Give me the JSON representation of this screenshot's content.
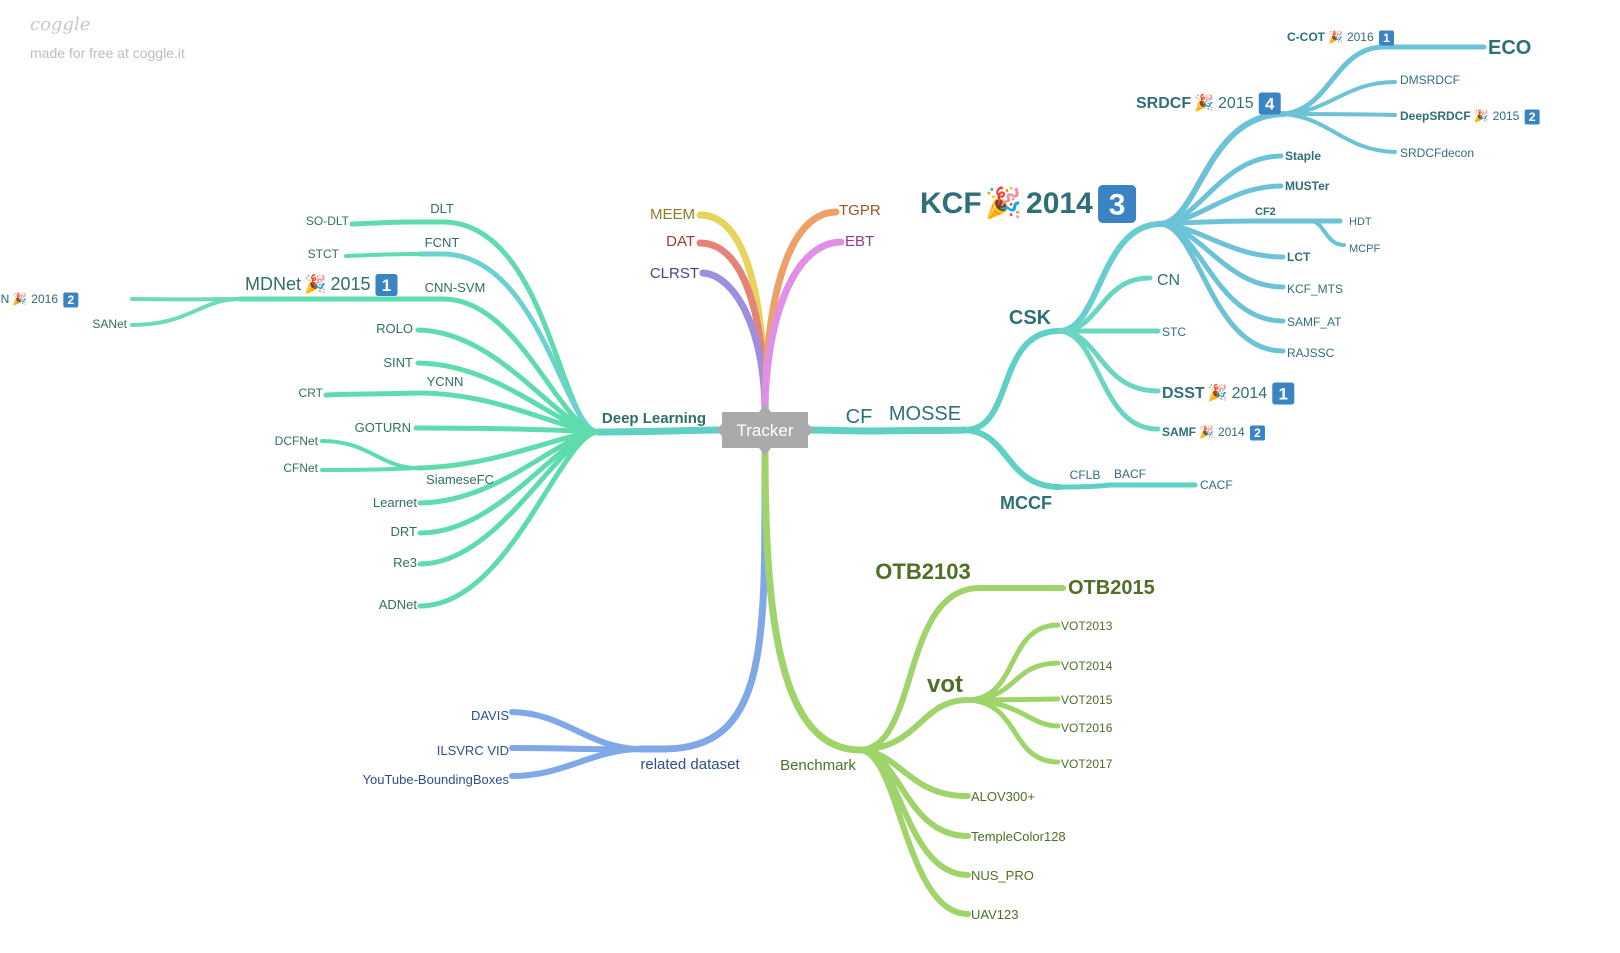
{
  "brand": {
    "logo": "coggle",
    "tagline": "made for free at coggle.it"
  },
  "root": "Tracker",
  "nodes": [
    {
      "id": "deep",
      "text": "Deep Learning",
      "bold": true,
      "color": "#2f6f66",
      "size": 15
    },
    {
      "id": "dlt",
      "text": "DLT",
      "color": "#2f6f66",
      "size": 13
    },
    {
      "id": "sodlt",
      "text": "SO-DLT",
      "color": "#2f6f66",
      "size": 12
    },
    {
      "id": "fcnt",
      "text": "FCNT",
      "color": "#2f6f66",
      "size": 13
    },
    {
      "id": "stct",
      "text": "STCT",
      "color": "#2f6f66",
      "size": 12
    },
    {
      "id": "cnnsvm",
      "text": "CNN-SVM",
      "color": "#2f6f66",
      "size": 13
    },
    {
      "id": "mdnet",
      "text": "MDNet",
      "color": "#2f6f66",
      "size": 18,
      "emoji": "🎉",
      "year": "2015",
      "badge": "1",
      "badge_size": 22
    },
    {
      "id": "tcnn",
      "text": "TCNN",
      "color": "#2f6f66",
      "size": 12,
      "emoji": "🎉",
      "year": "2016",
      "badge": "2",
      "badge_size": 15
    },
    {
      "id": "sanet",
      "text": "SANet",
      "color": "#2f6f66",
      "size": 12
    },
    {
      "id": "rolo",
      "text": "ROLO",
      "color": "#2f6f66",
      "size": 13
    },
    {
      "id": "sint",
      "text": "SINT",
      "color": "#2f6f66",
      "size": 13
    },
    {
      "id": "ycnn",
      "text": "YCNN",
      "color": "#2f6f66",
      "size": 13
    },
    {
      "id": "crt",
      "text": "CRT",
      "color": "#2f6f66",
      "size": 12
    },
    {
      "id": "goturn",
      "text": "GOTURN",
      "color": "#2f6f66",
      "size": 13
    },
    {
      "id": "dcfnet",
      "text": "DCFNet",
      "color": "#2f6f66",
      "size": 12
    },
    {
      "id": "cfnet",
      "text": "CFNet",
      "color": "#2f6f66",
      "size": 12
    },
    {
      "id": "siamesefc",
      "text": "SiameseFC",
      "color": "#2f6f66",
      "size": 13
    },
    {
      "id": "learnet",
      "text": "Learnet",
      "color": "#2f6f66",
      "size": 13
    },
    {
      "id": "drt",
      "text": "DRT",
      "color": "#2f6f66",
      "size": 13
    },
    {
      "id": "re3",
      "text": "Re3",
      "color": "#2f6f66",
      "size": 13
    },
    {
      "id": "adnet",
      "text": "ADNet",
      "color": "#2f6f66",
      "size": 13
    },
    {
      "id": "meem",
      "text": "MEEM",
      "color": "#8a7a2c",
      "size": 15
    },
    {
      "id": "dat",
      "text": "DAT",
      "color": "#9c3b33",
      "size": 15
    },
    {
      "id": "clrst",
      "text": "CLRST",
      "color": "#4a3f8a",
      "size": 15
    },
    {
      "id": "tgpr",
      "text": "TGPR",
      "color": "#9a5421",
      "size": 15
    },
    {
      "id": "ebt",
      "text": "EBT",
      "color": "#8c3a8a",
      "size": 15
    },
    {
      "id": "cf",
      "text": "CF",
      "color": "#2f6f77",
      "size": 20
    },
    {
      "id": "mosse",
      "text": "MOSSE",
      "color": "#2f6f77",
      "size": 20
    },
    {
      "id": "csk",
      "text": "CSK",
      "bold": true,
      "color": "#2f6f77",
      "size": 20
    },
    {
      "id": "kcf",
      "text": "KCF",
      "bold": true,
      "color": "#2f6f77",
      "size": 30,
      "emoji": "🎉",
      "year": "2014",
      "year_bold": true,
      "badge": "3",
      "badge_size": 38
    },
    {
      "id": "srdcf",
      "text": "SRDCF",
      "bold": true,
      "color": "#2f6f77",
      "size": 16,
      "emoji": "🎉",
      "year": "2015",
      "badge": "4",
      "badge_size": 22
    },
    {
      "id": "ccot",
      "text": "C-COT",
      "bold": true,
      "color": "#2f6f77",
      "size": 12,
      "emoji": "🎉",
      "year": "2016",
      "badge": "1",
      "badge_size": 15
    },
    {
      "id": "eco",
      "text": "ECO",
      "bold": true,
      "color": "#2f6f77",
      "size": 20
    },
    {
      "id": "dmsrdcf",
      "text": "DMSRDCF",
      "color": "#2f6f77",
      "size": 12
    },
    {
      "id": "deepsrdcf",
      "text": "DeepSRDCF",
      "bold": true,
      "color": "#2f6f77",
      "size": 12,
      "emoji": "🎉",
      "year": "2015",
      "badge": "2",
      "badge_size": 15
    },
    {
      "id": "srdcfdecon",
      "text": "SRDCFdecon",
      "color": "#2f6f77",
      "size": 12
    },
    {
      "id": "staple",
      "text": "Staple",
      "bold": true,
      "color": "#2f6f77",
      "size": 12
    },
    {
      "id": "muster",
      "text": "MUSTer",
      "bold": true,
      "color": "#2f6f77",
      "size": 12
    },
    {
      "id": "cf2",
      "text": "CF2",
      "bold": true,
      "color": "#2f6f77",
      "size": 11
    },
    {
      "id": "hdt",
      "text": "HDT",
      "color": "#2f6f77",
      "size": 11
    },
    {
      "id": "mcpf",
      "text": "MCPF",
      "color": "#2f6f77",
      "size": 11
    },
    {
      "id": "lct",
      "text": "LCT",
      "bold": true,
      "color": "#2f6f77",
      "size": 12
    },
    {
      "id": "kcfmts",
      "text": "KCF_MTS",
      "color": "#2f6f77",
      "size": 12
    },
    {
      "id": "samfat",
      "text": "SAMF_AT",
      "color": "#2f6f77",
      "size": 12
    },
    {
      "id": "rajssc",
      "text": "RAJSSC",
      "color": "#2f6f77",
      "size": 12
    },
    {
      "id": "cn",
      "text": "CN",
      "color": "#2f6f77",
      "size": 16
    },
    {
      "id": "stc",
      "text": "STC",
      "color": "#2f6f77",
      "size": 12
    },
    {
      "id": "dsst",
      "text": "DSST",
      "bold": true,
      "color": "#2f6f77",
      "size": 16,
      "emoji": "🎉",
      "year": "2014",
      "badge": "1",
      "badge_size": 22
    },
    {
      "id": "samf",
      "text": "SAMF",
      "bold": true,
      "color": "#2f6f77",
      "size": 12,
      "emoji": "🎉",
      "year": "2014",
      "badge": "2",
      "badge_size": 15
    },
    {
      "id": "mccf",
      "text": "MCCF",
      "bold": true,
      "color": "#2f6f77",
      "size": 18
    },
    {
      "id": "cflb",
      "text": "CFLB",
      "color": "#2f6f77",
      "size": 12
    },
    {
      "id": "bacf",
      "text": "BACF",
      "color": "#2f6f77",
      "size": 12
    },
    {
      "id": "cacf",
      "text": "CACF",
      "color": "#2f6f77",
      "size": 12
    },
    {
      "id": "related",
      "text": "related dataset",
      "color": "#2f4f88",
      "size": 15
    },
    {
      "id": "davis",
      "text": "DAVIS",
      "color": "#2f4f88",
      "size": 13
    },
    {
      "id": "ilsvrc",
      "text": "ILSVRC VID",
      "color": "#2f4f88",
      "size": 13
    },
    {
      "id": "ytbb",
      "text": "YouTube-BoundingBoxes",
      "color": "#2f4f88",
      "size": 13
    },
    {
      "id": "benchmark",
      "text": "Benchmark",
      "color": "#4f6f25",
      "size": 15
    },
    {
      "id": "otb2103",
      "text": "OTB2103",
      "bold": true,
      "color": "#4f6f25",
      "size": 22
    },
    {
      "id": "otb2015",
      "text": "OTB2015",
      "bold": true,
      "color": "#4f6f25",
      "size": 20
    },
    {
      "id": "vot",
      "text": "vot",
      "bold": true,
      "color": "#4f6f25",
      "size": 24
    },
    {
      "id": "vot2013",
      "text": "VOT2013",
      "color": "#4f6f25",
      "size": 12
    },
    {
      "id": "vot2014",
      "text": "VOT2014",
      "color": "#4f6f25",
      "size": 12
    },
    {
      "id": "vot2015",
      "text": "VOT2015",
      "color": "#4f6f25",
      "size": 12
    },
    {
      "id": "vot2016",
      "text": "VOT2016",
      "color": "#4f6f25",
      "size": 12
    },
    {
      "id": "vot2017",
      "text": "VOT2017",
      "color": "#4f6f25",
      "size": 12
    },
    {
      "id": "alov",
      "text": "ALOV300+",
      "color": "#4f6f25",
      "size": 13
    },
    {
      "id": "tc128",
      "text": "TempleColor128",
      "color": "#4f6f25",
      "size": 13
    },
    {
      "id": "nuspro",
      "text": "NUS_PRO",
      "color": "#4f6f25",
      "size": 13
    },
    {
      "id": "uav123",
      "text": "UAV123",
      "color": "#4f6f25",
      "size": 13
    }
  ]
}
